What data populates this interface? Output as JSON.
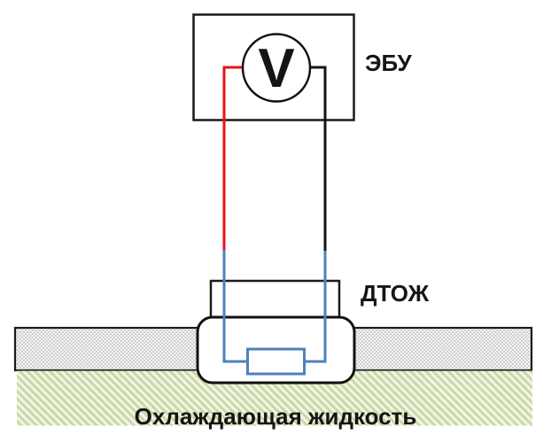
{
  "diagram": {
    "labels": {
      "ecu": "ЭБУ",
      "sensor": "ДТОЖ",
      "coolant": "Охлаждающая жидкость",
      "voltmeter": "V"
    },
    "colors": {
      "wire_red": "#ee1111",
      "wire_black": "#151515",
      "wire_blue": "#4f81bd",
      "outline": "#1a1a1a",
      "gray_dot": "#cfcfcf",
      "green_hatch": "#c9d9a3"
    }
  }
}
